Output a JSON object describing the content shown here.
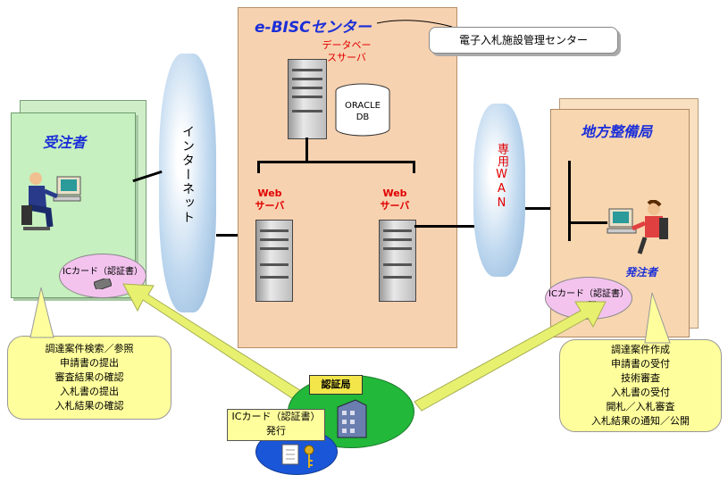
{
  "center": {
    "title": "e-BISCセンター",
    "note": "電子入札施設管理センター"
  },
  "db_server": {
    "label": "データベースサーバ",
    "db_line1": "ORACLE",
    "db_line2": "DB"
  },
  "web_server_left": {
    "label1": "Web",
    "label2": "サーバ"
  },
  "web_server_right": {
    "label1": "Web",
    "label2": "サーバ"
  },
  "internet": {
    "label": "インターネット"
  },
  "wan": {
    "label": "専用WAN"
  },
  "contractor": {
    "title": "受注者",
    "ic_card": "ICカード（認証書）",
    "tasks": [
      "調達案件検索／参照",
      "申請書の提出",
      "審査結果の確認",
      "入札書の提出",
      "入札結果の確認"
    ]
  },
  "bureau": {
    "title": "地方整備局",
    "orderer": "発注者",
    "ic_card": "ICカード（認証書）",
    "tasks": [
      "調達案件作成",
      "申請書の受付",
      "技術審査",
      "入札書の受付",
      "開札／入札審査",
      "入札結果の通知／公開"
    ]
  },
  "ca": {
    "title": "認証局",
    "issue_line1": "ICカード（認証書）",
    "issue_line2": "発行"
  },
  "colors": {
    "title_blue": "#1a2ed8",
    "label_red": "#e00000",
    "callout_yellow": "#fffe9c",
    "arrow_yellow": "#e8f070"
  }
}
